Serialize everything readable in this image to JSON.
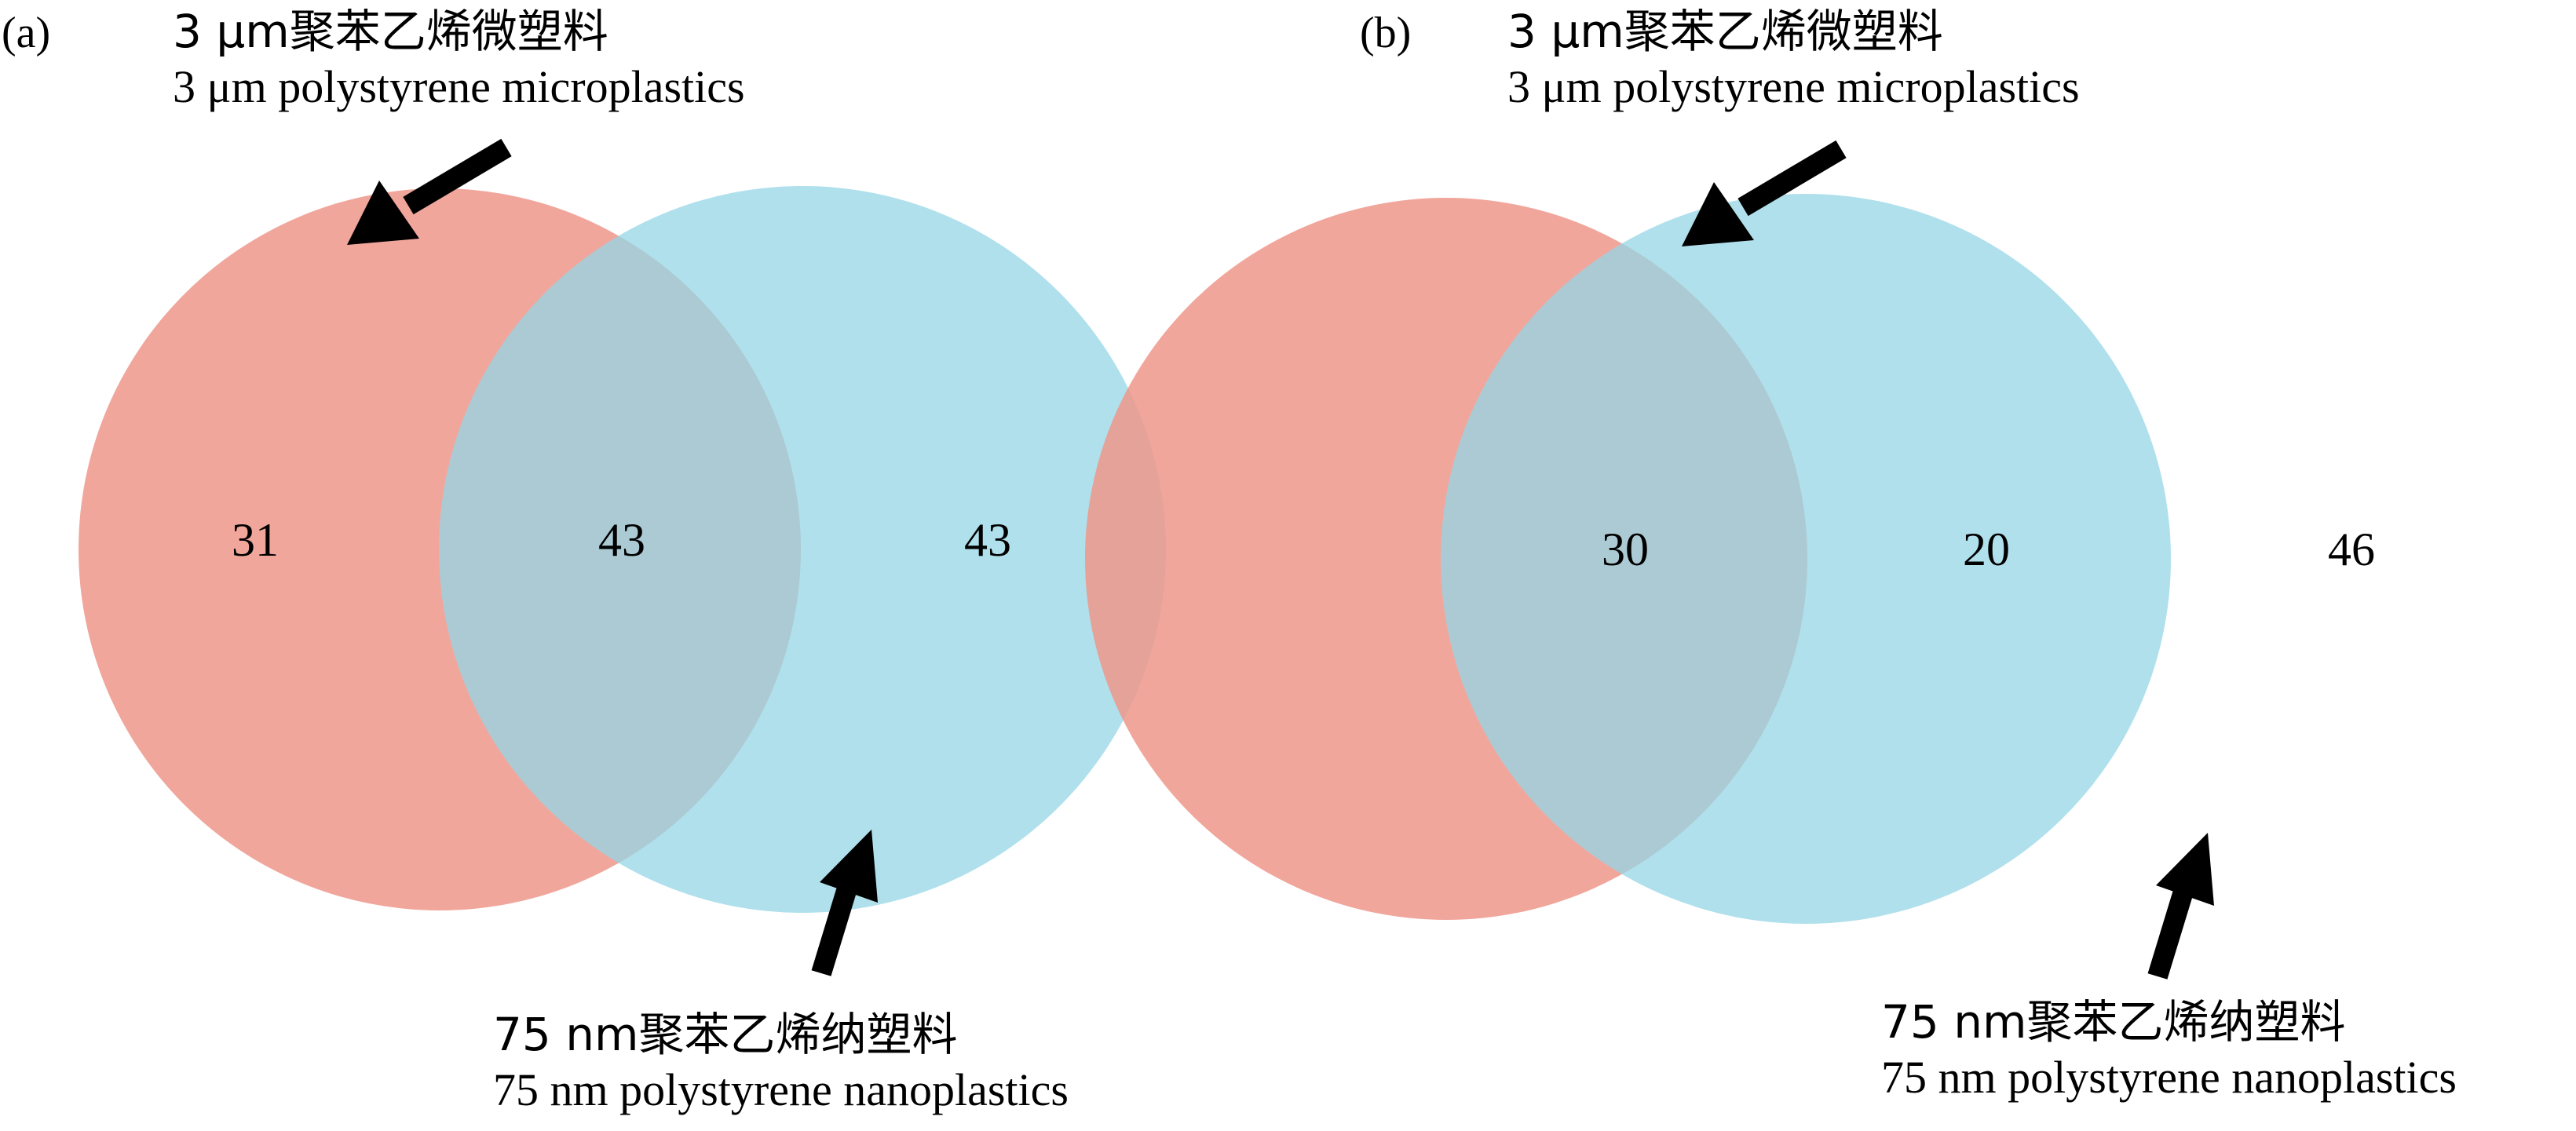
{
  "colors": {
    "set1": "#ef968b",
    "set2": "#94d6e6",
    "arrow": "#000000"
  },
  "panels": [
    {
      "label": "(a)",
      "set1_label_zh": "3 μm聚苯乙烯微塑料",
      "set1_label_en": "3 μm polystyrene microplastics",
      "set2_label_zh": "75 nm聚苯乙烯纳塑料",
      "set2_label_en": "75 nm polystyrene nanoplastics",
      "counts": {
        "set1_only": "31",
        "both": "43",
        "set2_only": "43"
      }
    },
    {
      "label": "(b)",
      "set1_label_zh": "3 μm聚苯乙烯微塑料",
      "set1_label_en": "3 μm polystyrene microplastics",
      "set2_label_zh": "75 nm聚苯乙烯纳塑料",
      "set2_label_en": "75 nm polystyrene nanoplastics",
      "counts": {
        "set1_only": "30",
        "both": "20",
        "set2_only": "46"
      }
    }
  ]
}
